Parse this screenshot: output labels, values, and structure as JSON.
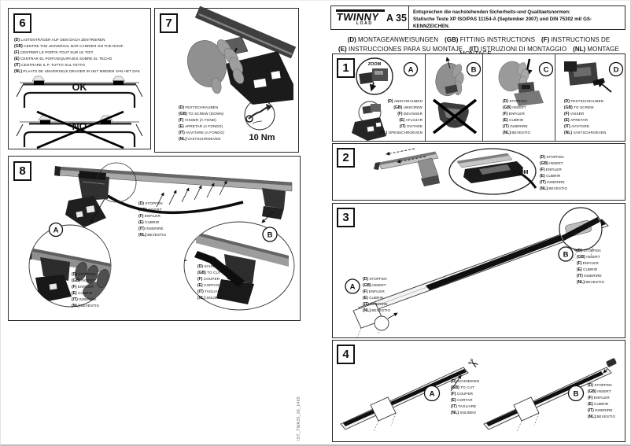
{
  "labels": {
    "zoom": "ZOOM",
    "ok": "OK",
    "no": "NO",
    "a": "A",
    "b": "B",
    "c": "C",
    "d": "D",
    "torque": "10 Nm"
  },
  "icons": {
    "scissors": "✂"
  },
  "footer": {
    "code": "IST_TWA35_06_1465"
  },
  "panel_numbers": {
    "p1": "1",
    "p2": "2",
    "p3": "3",
    "p4": "4",
    "p6": "6",
    "p7": "7",
    "p8": "8"
  },
  "header": {
    "brand": "TWINNY",
    "brand_sub": "LOAD",
    "model": "A 35",
    "norms_line1": "Entsprechen die nachstehenden Sicherheits-und Qualitaetsnormen:",
    "norms_line2": "Statische Teste XP ISO/PAS 11154-A (September 2007) und DIN 75302 mit GS-KENNZEICHEN.",
    "instructions_row1": [
      {
        "l": "D",
        "t": "MONTAGEANWEISUNGEN"
      },
      {
        "l": "GB",
        "t": "FITTING INSTRUCTIONS"
      },
      {
        "l": "F",
        "t": "INSTRUCTIONS DE MONTAGE"
      }
    ],
    "instructions_row2": [
      {
        "l": "E",
        "t": "INSTRUCCIONES PARA SU MONTAJE"
      },
      {
        "l": "IT",
        "t": "ISTRUZIONI DI MONTAGGIO"
      },
      {
        "l": "NL",
        "t": "MONTAGE INSTRUCTIES."
      }
    ]
  },
  "actions": {
    "centre": [
      {
        "l": "D",
        "t": "LASTENTRÄGER AUF DEM DACH ZENTRIEREN"
      },
      {
        "l": "GB",
        "t": "CENTRE THE UNIVERSAL BAR CARRIER ON THE ROOF"
      },
      {
        "l": "F",
        "t": "CENTRER LE PORTE-TOUT SUR LE TOIT"
      },
      {
        "l": "E",
        "t": "CENTRAR EL PORTAEQUIPAJES SOBRE EL TECHO"
      },
      {
        "l": "IT",
        "t": "CENTRARE IL P. TUTTO SUL TETTO"
      },
      {
        "l": "NL",
        "t": "PLAATS DE UNIVERSELE DRAGER IN HET MIDDEN VAN HET DAK"
      }
    ],
    "screw_down": [
      {
        "l": "D",
        "t": "FESTSCHRAUBEN"
      },
      {
        "l": "GB",
        "t": "TO SCREW (DOWN)"
      },
      {
        "l": "F",
        "t": "VISSER (À FOND)"
      },
      {
        "l": "E",
        "t": "APRETAR (A FONDO)"
      },
      {
        "l": "IT",
        "t": "AVVITARE (A FONDO)"
      },
      {
        "l": "NL",
        "t": "VASTSCHROEVEN"
      }
    ],
    "unscrew": [
      {
        "l": "D",
        "t": "ABSCHRAUBEN"
      },
      {
        "l": "GB",
        "t": "UNSCREW"
      },
      {
        "l": "F",
        "t": "DEVISSER"
      },
      {
        "l": "E",
        "t": "AFLOJAR"
      },
      {
        "l": "IT",
        "t": "SVITARE"
      },
      {
        "l": "NL",
        "t": "OPENSCHROEVEN"
      }
    ],
    "insert": [
      {
        "l": "D",
        "t": "STOPFEN"
      },
      {
        "l": "GB",
        "t": "INSERT"
      },
      {
        "l": "F",
        "t": "ENFILER"
      },
      {
        "l": "E",
        "t": "CUBRIR"
      },
      {
        "l": "IT",
        "t": "INSERIRE"
      },
      {
        "l": "NL",
        "t": "BEVESTIG"
      }
    ],
    "screw": [
      {
        "l": "D",
        "t": "FESTSCHRAUBEN"
      },
      {
        "l": "GB",
        "t": "TO SCREW"
      },
      {
        "l": "F",
        "t": "VISSER"
      },
      {
        "l": "E",
        "t": "APRETAR"
      },
      {
        "l": "IT",
        "t": "AVVITARE"
      },
      {
        "l": "NL",
        "t": "VASTSCHROEVEN"
      }
    ],
    "cut": [
      {
        "l": "D",
        "t": "SCHNEIDEN"
      },
      {
        "l": "GB",
        "t": "TO CUT"
      },
      {
        "l": "F",
        "t": "COUPER"
      },
      {
        "l": "E",
        "t": "CORTAR"
      },
      {
        "l": "IT",
        "t": "TAGLIARE"
      },
      {
        "l": "NL",
        "t": "SNIJDEN"
      }
    ]
  }
}
